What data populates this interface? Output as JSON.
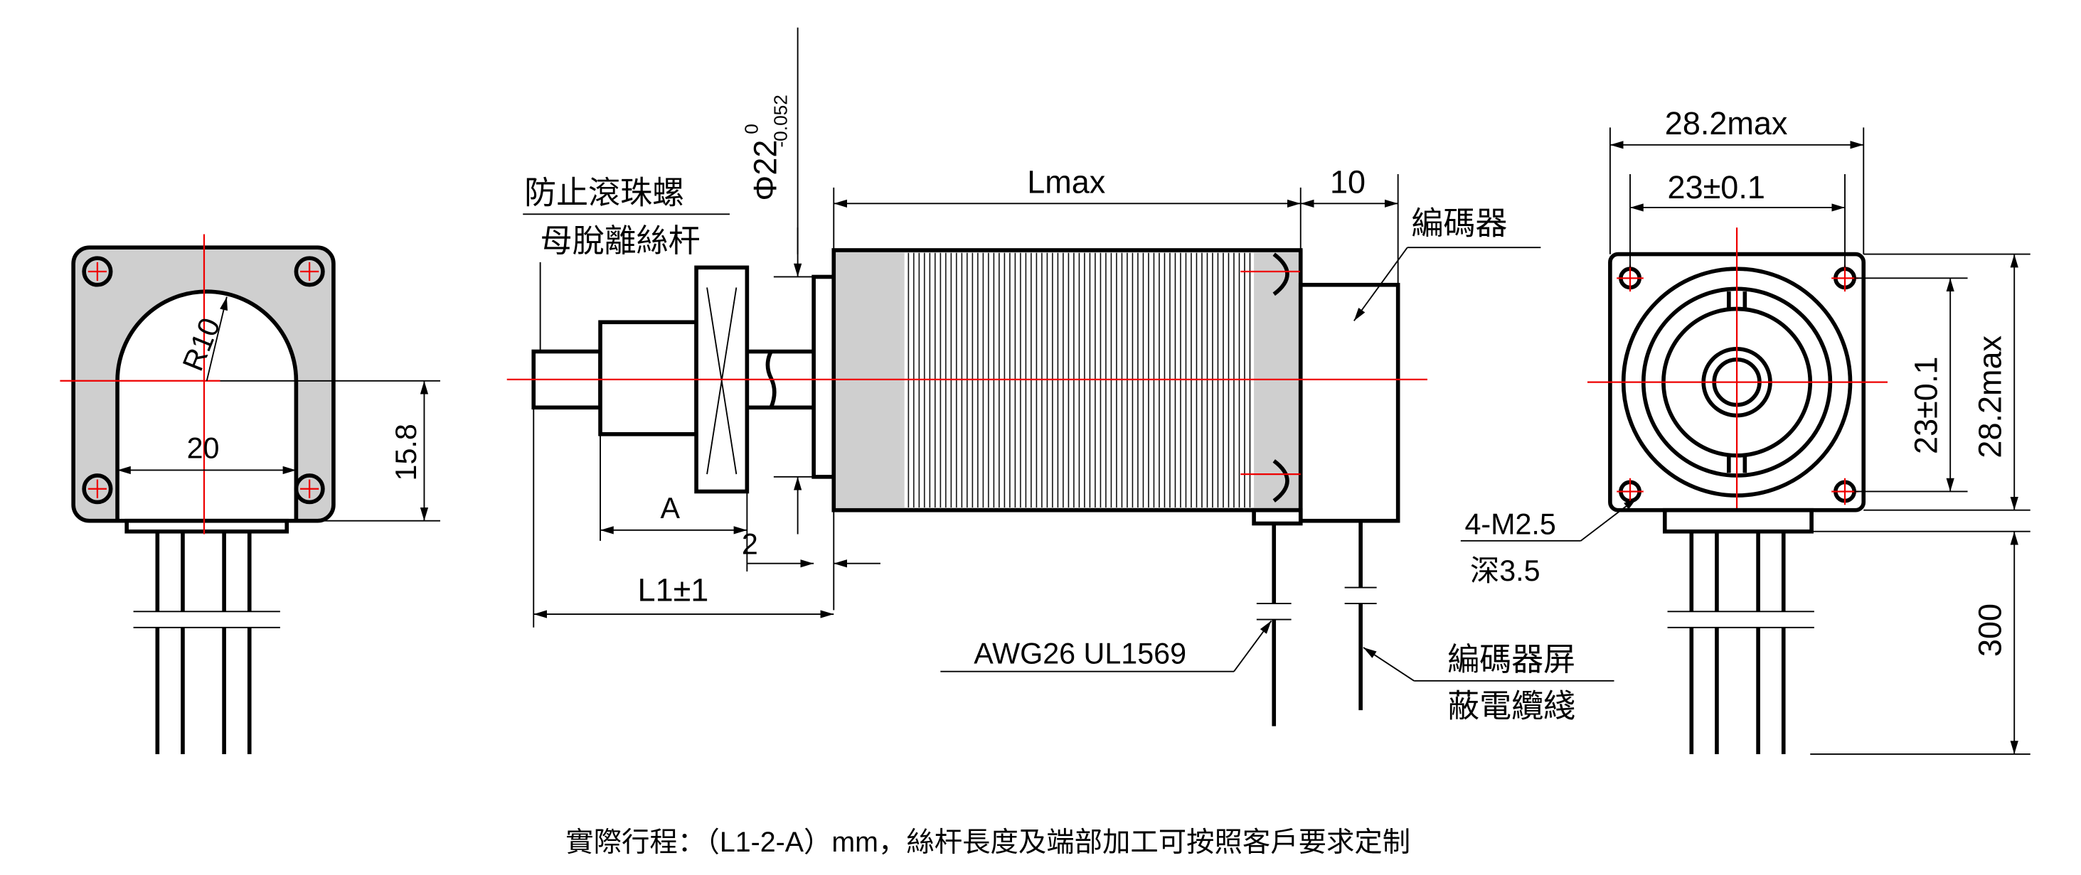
{
  "labels": {
    "r10": "R10",
    "width_20": "20",
    "height_15_8": "15.8",
    "diameter": "Φ22",
    "tol_upper": "0",
    "tol_lower": "-0.052",
    "nut_name_1": "防止滾珠螺",
    "nut_name_2": "母脫離絲杆",
    "lmax": "Lmax",
    "ten": "10",
    "encoder": "編碼器",
    "dim_a": "A",
    "dim_2": "2",
    "dim_l1": "L1±1",
    "wire": "AWG26 UL1569",
    "shield_1": "編碼器屏",
    "shield_2": "蔽電纜綫",
    "w_max": "28.2max",
    "w_hole": "23±0.1",
    "h_hole": "23±0.1",
    "h_max": "28.2max",
    "screw": "4-M2.5",
    "depth": "深3.5",
    "lead": "300"
  },
  "footer": "實際行程：（L1-2-A）mm，絲杆長度及端部加工可按照客戶要求定制",
  "colors": {
    "centerline": "#e00000",
    "body_fill": "#cfcfcf"
  }
}
